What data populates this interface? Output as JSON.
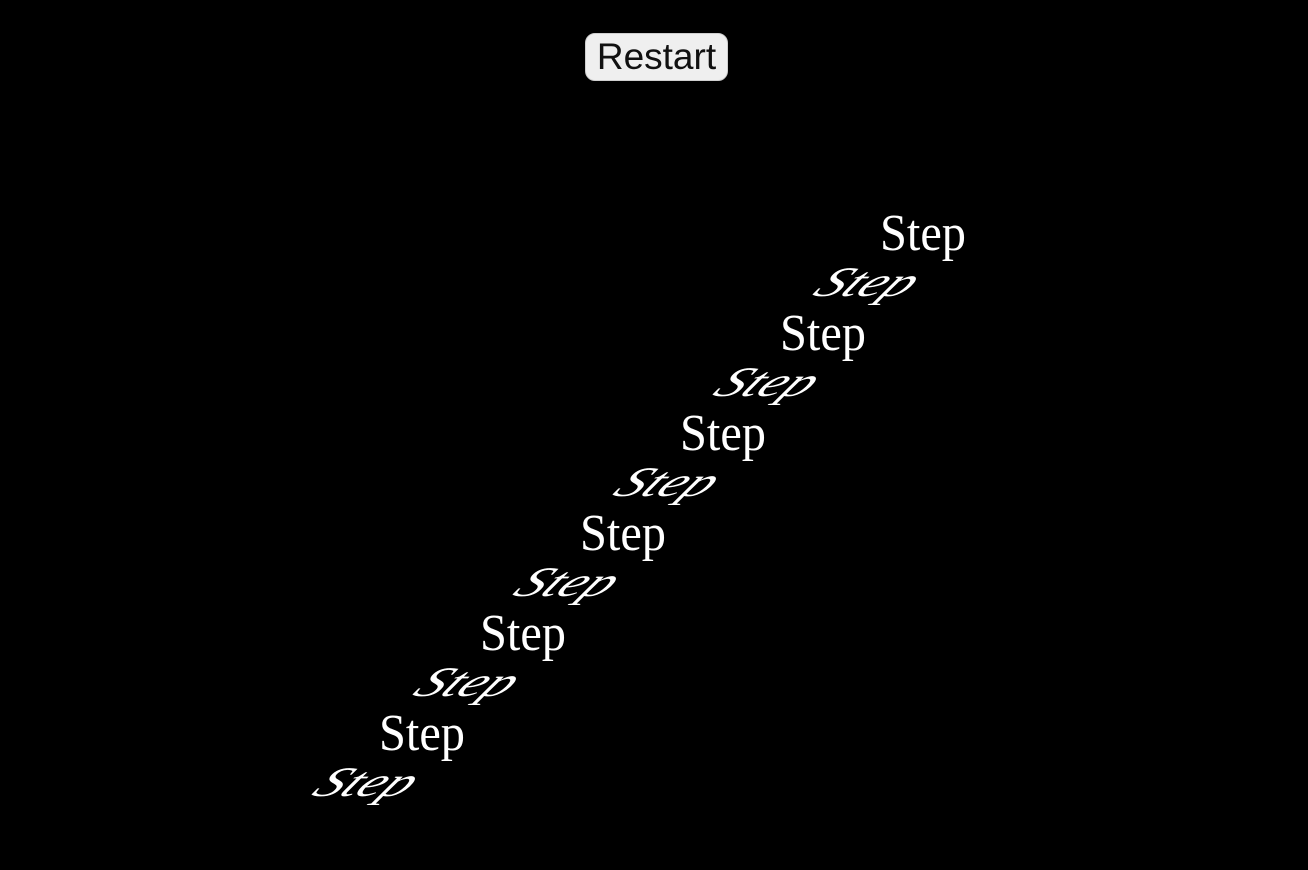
{
  "restart_button": {
    "label": "Restart"
  },
  "stairs": {
    "steps": [
      "Step",
      "Step",
      "Step",
      "Step",
      "Step",
      "Step",
      "Step",
      "Step",
      "Step",
      "Step",
      "Step",
      "Step"
    ]
  },
  "colors": {
    "background": "#000000",
    "text": "#ffffff",
    "button_bg": "#efefef"
  }
}
